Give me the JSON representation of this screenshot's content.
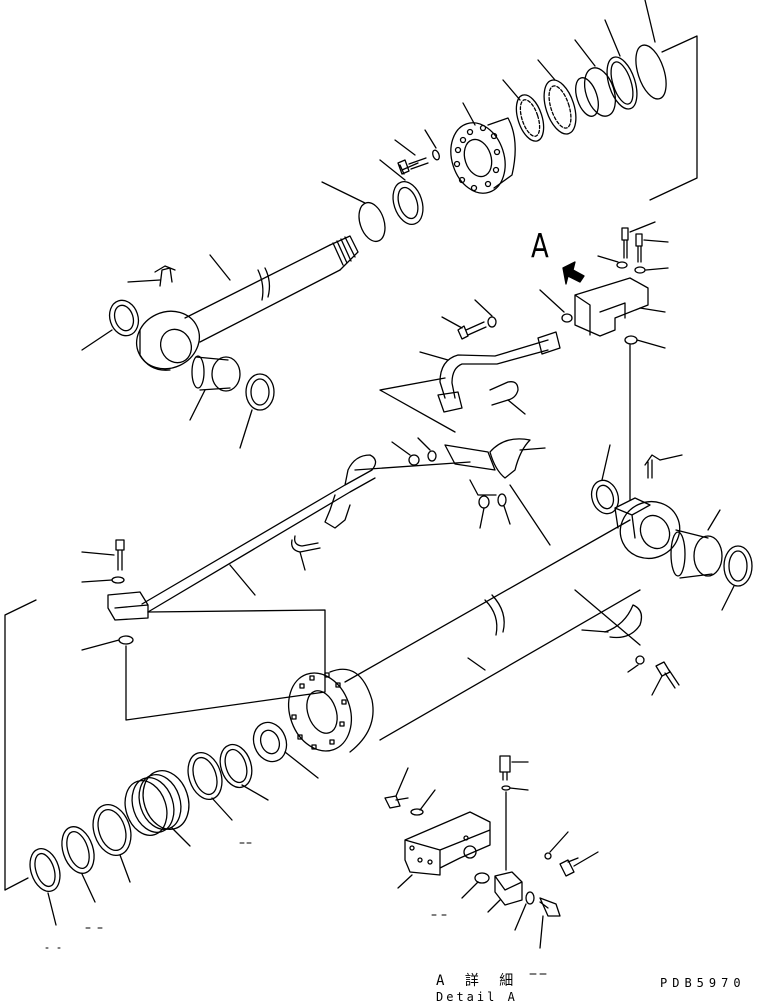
{
  "diagram": {
    "detail_letter": "A",
    "detail_caption_ja": "A 詳 細",
    "detail_caption_en": "Detail A",
    "part_code": "PDB5970"
  }
}
